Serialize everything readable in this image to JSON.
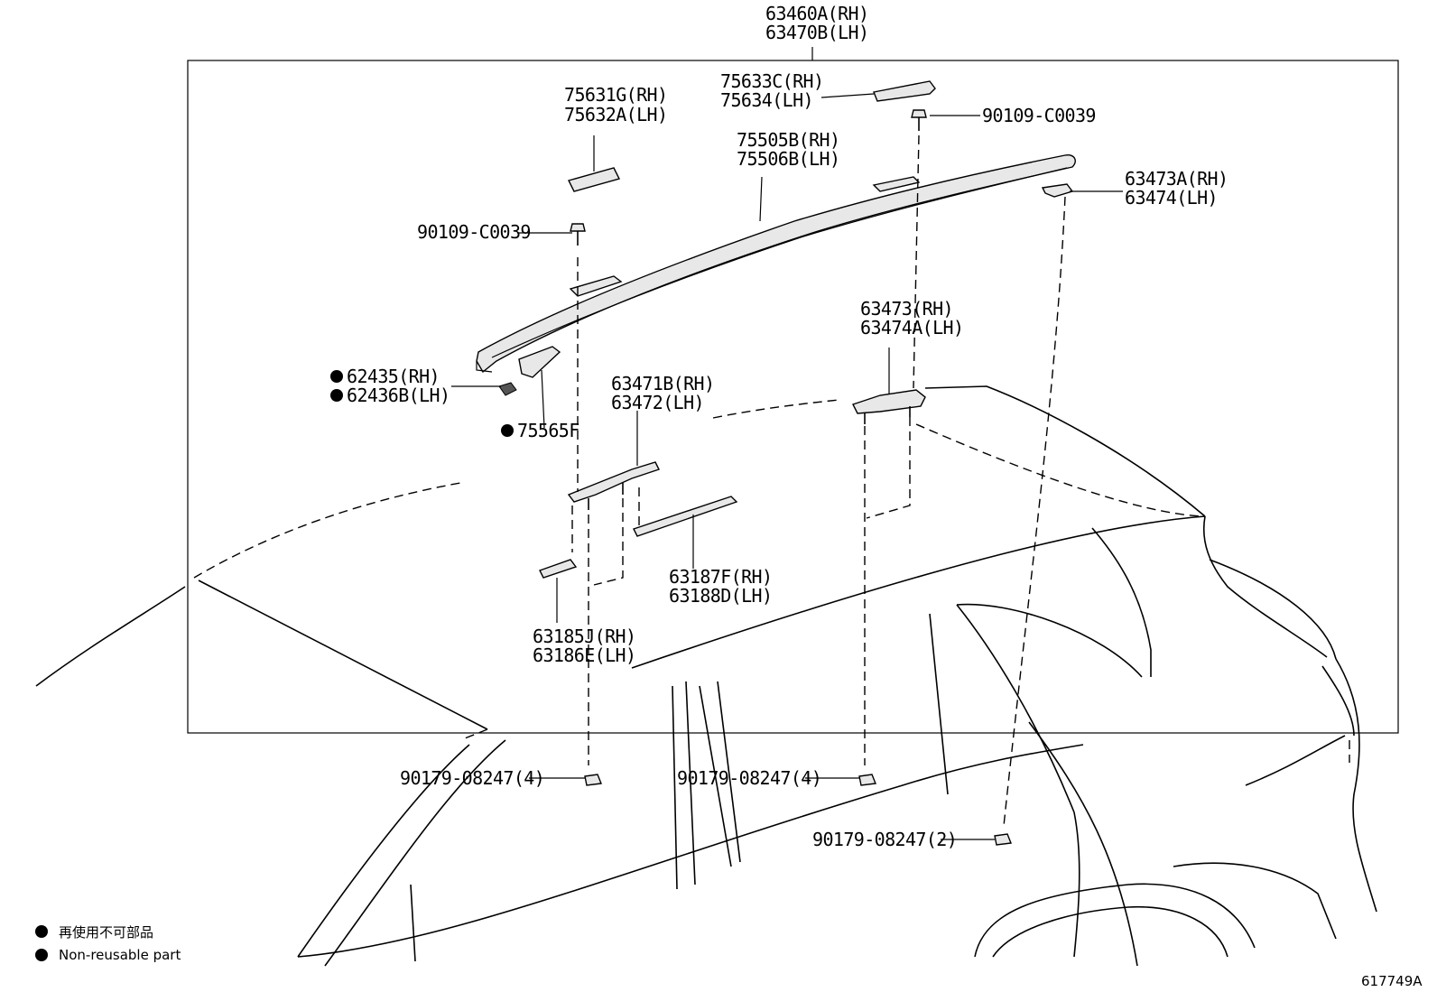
{
  "labels": {
    "l63460A": "63460A(RH)",
    "l63470B": "63470B(LH)",
    "l75633C": "75633C(RH)",
    "l75634": "75634(LH)",
    "l90109a": "90109-C0039",
    "l75631G": "75631G(RH)",
    "l75632A": "75632A(LH)",
    "l75505B": "75505B(RH)",
    "l75506B": "75506B(LH)",
    "l63473A": "63473A(RH)",
    "l63474": "63474(LH)",
    "l90109b": "90109-C0039",
    "l63473": "63473(RH)",
    "l63474A": "63474A(LH)",
    "l62435": "62435(RH)",
    "l62436B": "62436B(LH)",
    "l63471B": "63471B(RH)",
    "l63472": "63472(LH)",
    "l75565F": "75565F",
    "l63187F": "63187F(RH)",
    "l63188D": "63188D(LH)",
    "l63185J": "63185J(RH)",
    "l63186E": "63186E(LH)",
    "l90179a": "90179-08247(4)",
    "l90179b": "90179-08247(4)",
    "l90179c": "90179-08247(2)"
  },
  "legend": {
    "jp": "再使用不可部品",
    "en": "Non-reusable part"
  },
  "figure_id": "617749A"
}
